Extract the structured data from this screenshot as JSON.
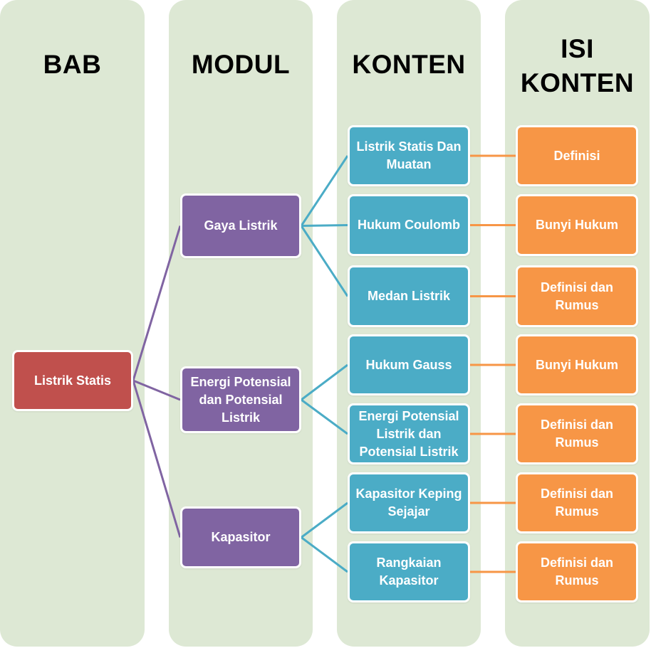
{
  "columns": [
    {
      "id": "bab",
      "title": "BAB"
    },
    {
      "id": "modul",
      "title": "MODUL"
    },
    {
      "id": "konten",
      "title": "KONTEN"
    },
    {
      "id": "isi",
      "title": "ISI KONTEN"
    }
  ],
  "colors": {
    "column_bg": "#dde8d4",
    "bab": "#c0504d",
    "modul": "#8064a2",
    "konten": "#4bacc6",
    "isi_konten": "#f79646"
  },
  "bab": {
    "label": "Listrik Statis"
  },
  "modul": [
    {
      "label": "Gaya Listrik"
    },
    {
      "label": "Energi Potensial dan Potensial Listrik"
    },
    {
      "label": "Kapasitor"
    }
  ],
  "konten": [
    {
      "label": "Listrik Statis Dan Muatan",
      "modul": 0
    },
    {
      "label": "Hukum Coulomb",
      "modul": 0
    },
    {
      "label": "Medan Listrik",
      "modul": 0
    },
    {
      "label": "Hukum Gauss",
      "modul": 1
    },
    {
      "label": "Energi Potensial Listrik dan Potensial Listrik",
      "modul": 1
    },
    {
      "label": "Kapasitor Keping Sejajar",
      "modul": 2
    },
    {
      "label": "Rangkaian Kapasitor",
      "modul": 2
    }
  ],
  "isi_konten": [
    {
      "label": "Definisi",
      "konten": 0
    },
    {
      "label": "Bunyi Hukum",
      "konten": 1
    },
    {
      "label": "Definisi dan Rumus",
      "konten": 2
    },
    {
      "label": "Bunyi Hukum",
      "konten": 3
    },
    {
      "label": "Definisi dan Rumus",
      "konten": 4
    },
    {
      "label": "Definisi dan Rumus",
      "konten": 5
    },
    {
      "label": "Definisi dan Rumus",
      "konten": 6
    }
  ]
}
